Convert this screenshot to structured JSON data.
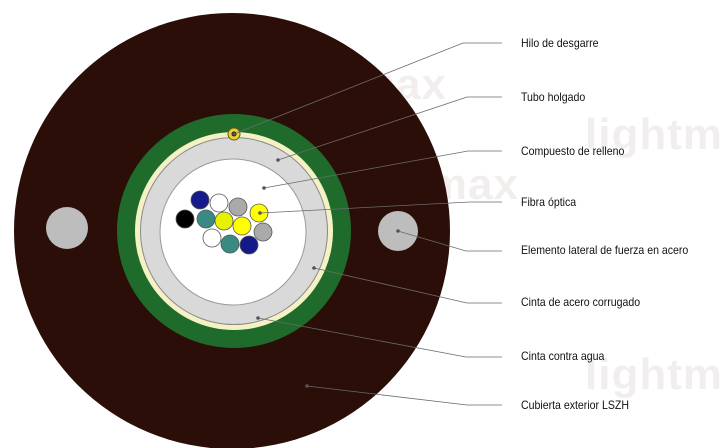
{
  "watermark_text": "lightmax",
  "colors": {
    "jacket": "#2b0e07",
    "armor": "#1f6b2b",
    "water_tape": "#f4f2c4",
    "tube": "#d9d9d9",
    "gel": "#ffffff",
    "strength_member": "#bdbdbd",
    "ripcord": "#e8d23a",
    "leader": "#6b6b6b"
  },
  "fibers": [
    {
      "color": "#141a8a"
    },
    {
      "color": "#ffffff"
    },
    {
      "color": "#aaaaaa"
    },
    {
      "color": "#ffff00"
    },
    {
      "color": "#000000"
    },
    {
      "color": "#3a8a84"
    },
    {
      "color": "#e5f200"
    },
    {
      "color": "#ffff00"
    },
    {
      "color": "#ffffff"
    },
    {
      "color": "#3a8a84"
    },
    {
      "color": "#141a8a"
    },
    {
      "color": "#aaaaaa"
    }
  ],
  "labels": [
    {
      "text": "Hilo de desgarre"
    },
    {
      "text": "Tubo holgado"
    },
    {
      "text": "Compuesto de relleno"
    },
    {
      "text": "Fibra óptica"
    },
    {
      "text": "Elemento lateral de fuerza en acero"
    },
    {
      "text": "Cinta de acero corrugado"
    },
    {
      "text": "Cinta contra agua"
    },
    {
      "text": "Cubierta exterior LSZH"
    }
  ]
}
